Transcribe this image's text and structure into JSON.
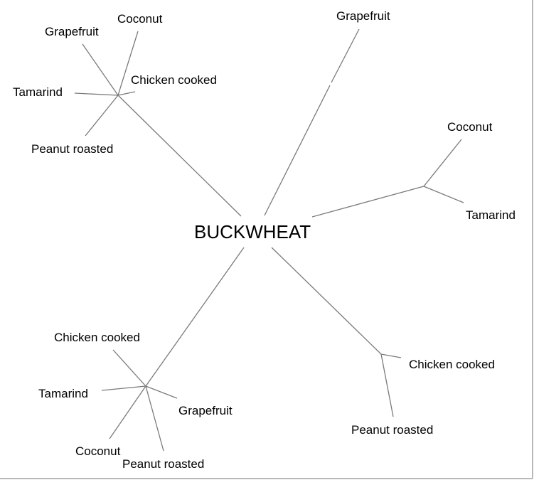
{
  "root": "BUCKWHEAT",
  "branches": [
    {
      "name": "upper-left",
      "leaves": [
        "Coconut",
        "Grapefruit",
        "Chicken cooked",
        "Tamarind",
        "Peanut roasted"
      ]
    },
    {
      "name": "top",
      "leaves": [
        "Grapefruit"
      ]
    },
    {
      "name": "right",
      "leaves": [
        "Coconut",
        "Tamarind"
      ]
    },
    {
      "name": "lower-right",
      "leaves": [
        "Chicken cooked",
        "Peanut roasted"
      ]
    },
    {
      "name": "lower-left",
      "leaves": [
        "Chicken cooked",
        "Tamarind",
        "Grapefruit",
        "Coconut",
        "Peanut roasted"
      ]
    }
  ],
  "colors": {
    "edge": "#7a7a7a",
    "text": "#000000",
    "background": "#ffffff"
  }
}
